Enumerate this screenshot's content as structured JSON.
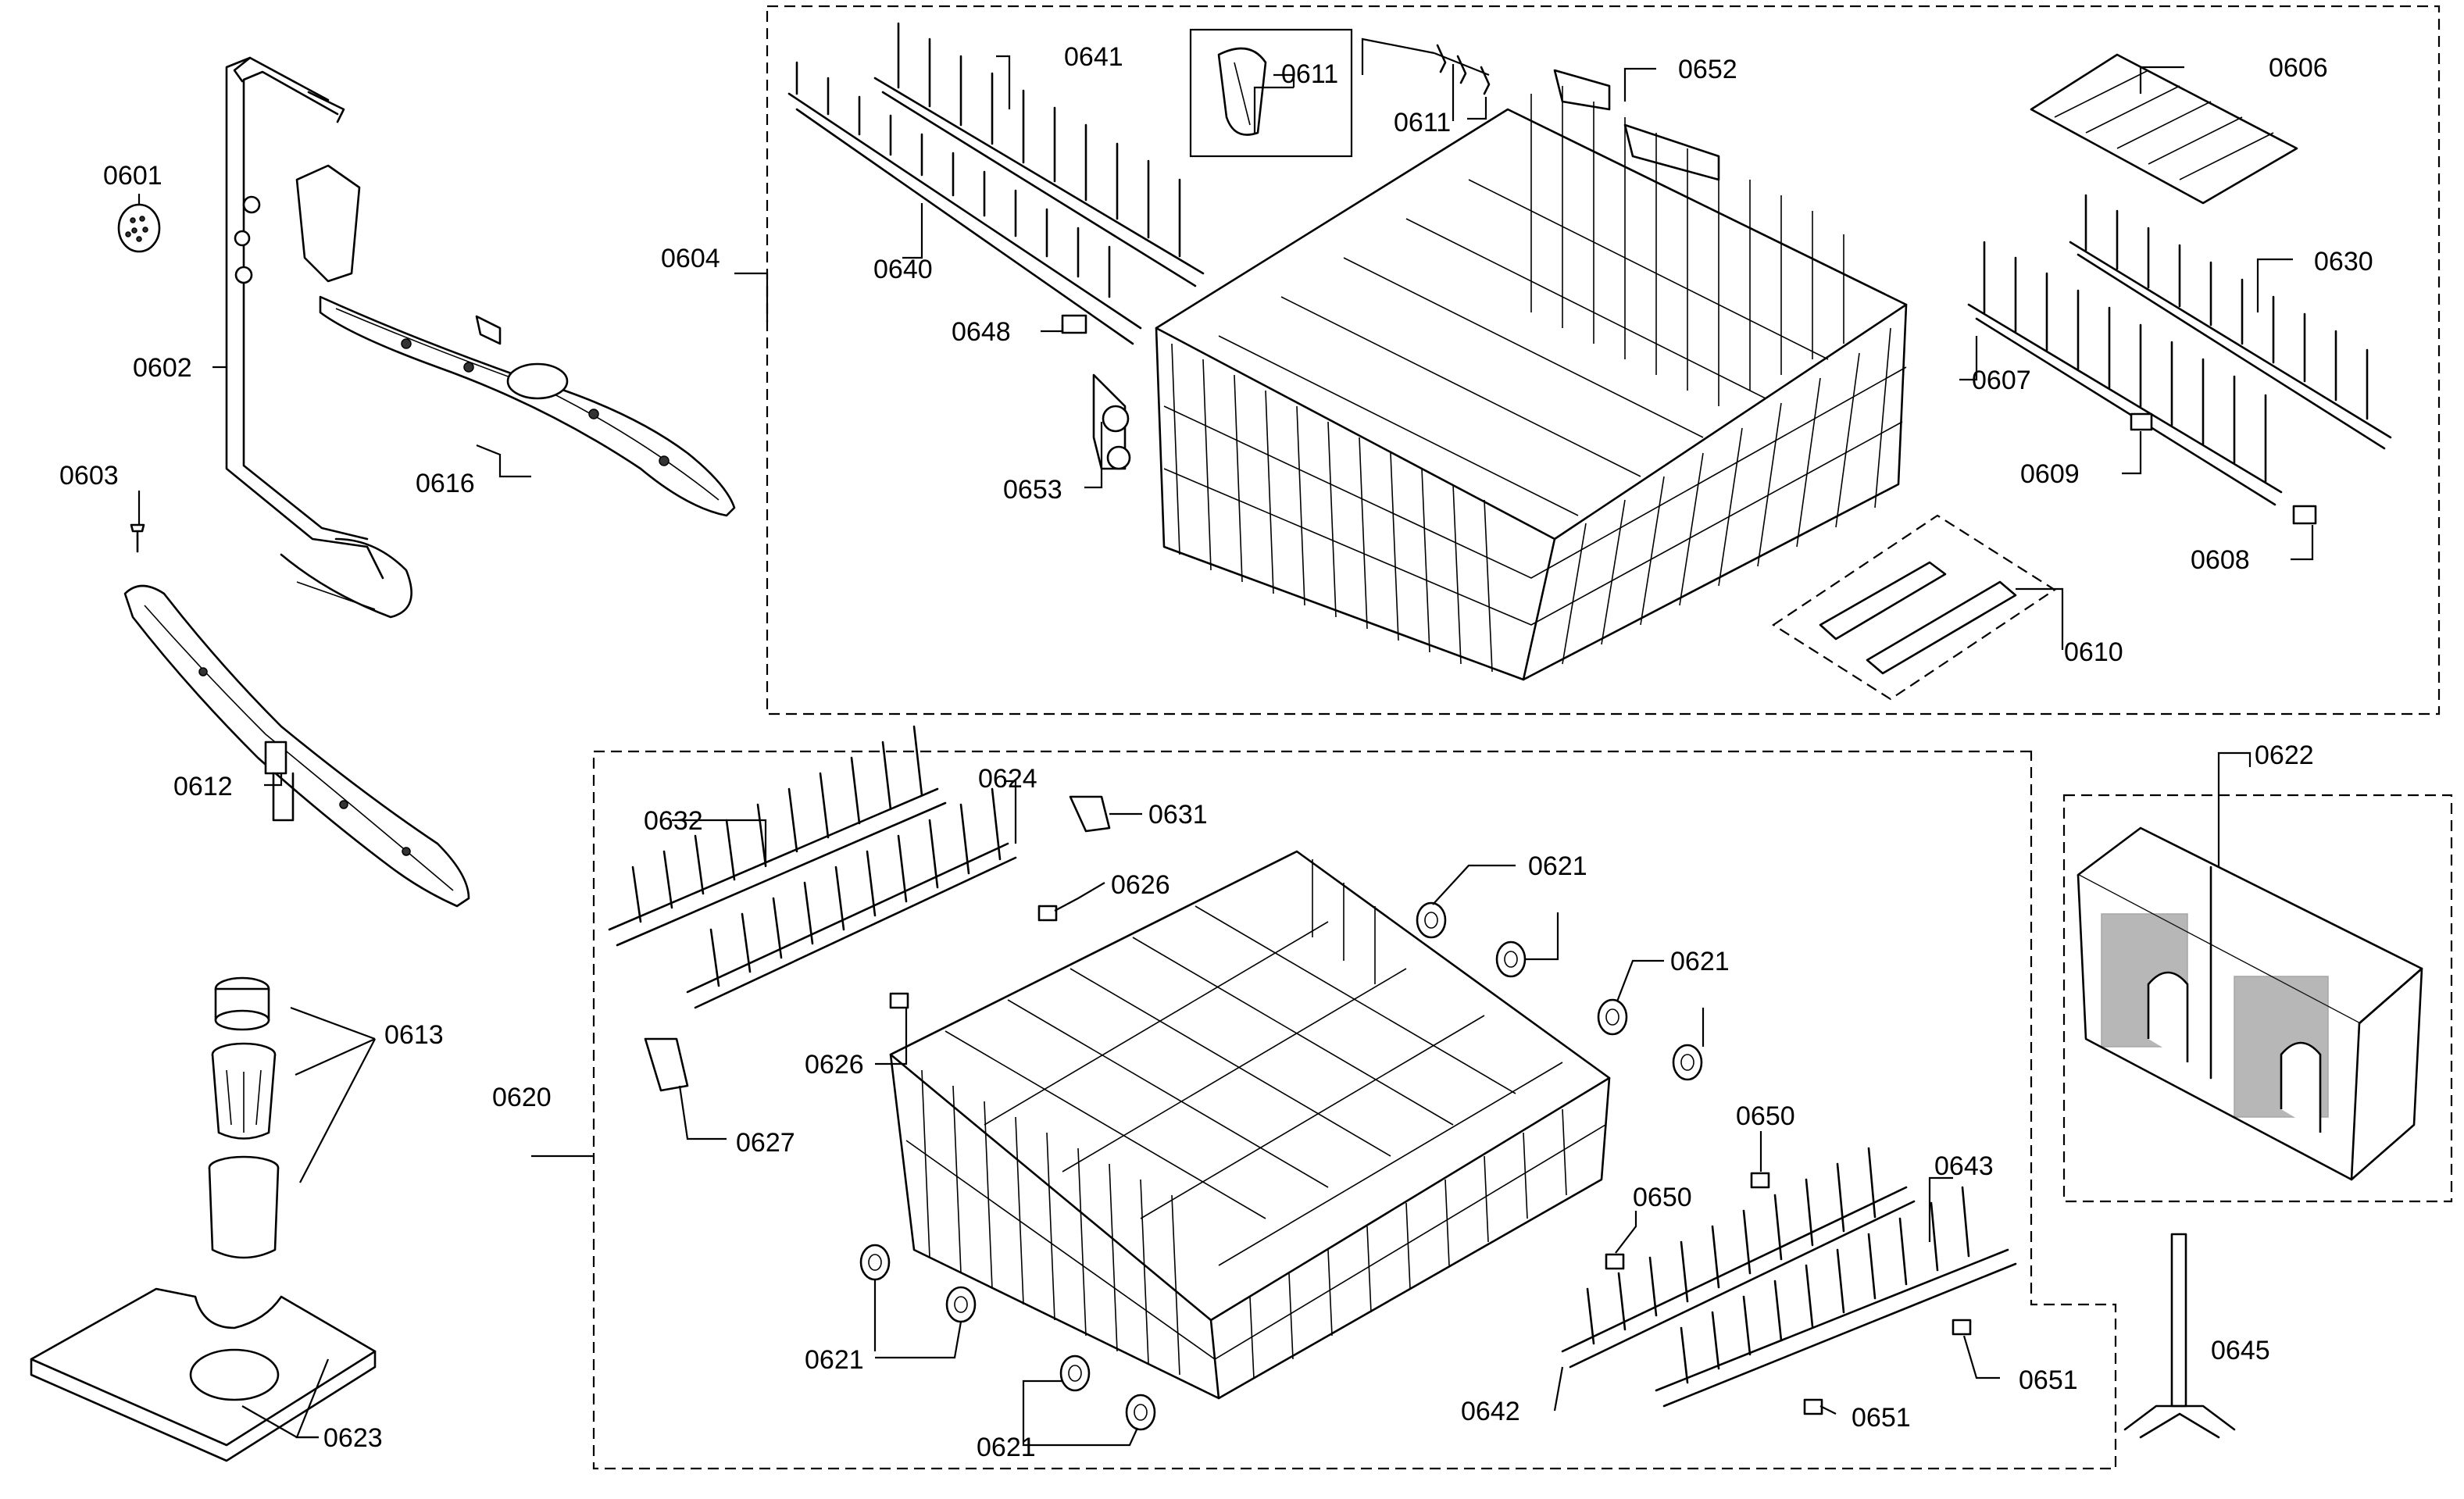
{
  "diagram": {
    "labels": {
      "l0601": "0601",
      "l0602": "0602",
      "l0603": "0603",
      "l0604": "0604",
      "l0606": "0606",
      "l0607": "0607",
      "l0608": "0608",
      "l0609": "0609",
      "l0610": "0610",
      "l0611a": "0611",
      "l0611b": "0611",
      "l0612": "0612",
      "l0613": "0613",
      "l0616": "0616",
      "l0620": "0620",
      "l0621a": "0621",
      "l0621b": "0621",
      "l0621c": "0621",
      "l0621d": "0621",
      "l0622": "0622",
      "l0623": "0623",
      "l0624": "0624",
      "l0626a": "0626",
      "l0626b": "0626",
      "l0627": "0627",
      "l0630": "0630",
      "l0631": "0631",
      "l0632": "0632",
      "l0640": "0640",
      "l0641": "0641",
      "l0642": "0642",
      "l0643": "0643",
      "l0645": "0645",
      "l0648": "0648",
      "l0650a": "0650",
      "l0650b": "0650",
      "l0651a": "0651",
      "l0651b": "0651",
      "l0652": "0652",
      "l0653": "0653"
    },
    "colors": {
      "line": "#000000",
      "background": "#ffffff"
    }
  }
}
